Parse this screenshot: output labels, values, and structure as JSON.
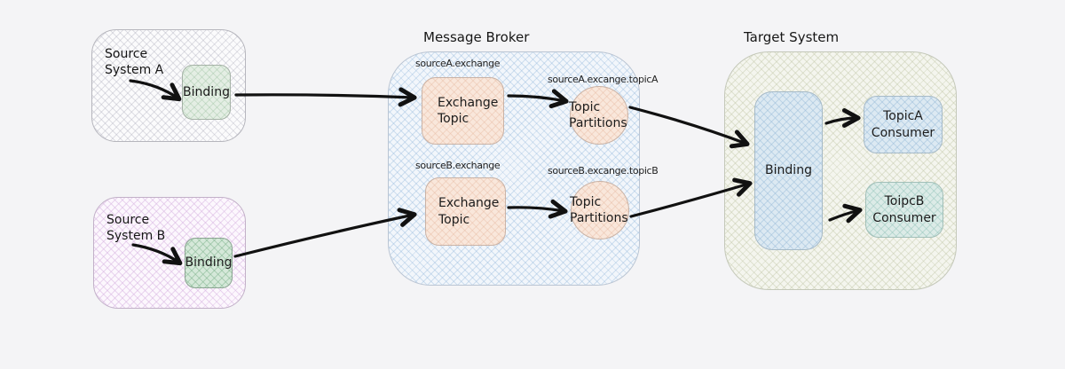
{
  "diagram": {
    "source_a": {
      "title": "Source\nSystem A",
      "binding_label": "Binding"
    },
    "source_b": {
      "title": "Source\nSystem B",
      "binding_label": "Binding"
    },
    "broker": {
      "title": "Message Broker",
      "exchange_a_tag": "sourceA.exchange",
      "exchange_a_label": "Exchange\nTopic",
      "topic_a_tag": "sourceA.excange.topicA",
      "topic_a_label": "Topic\nPartitions",
      "exchange_b_tag": "sourceB.exchange",
      "exchange_b_label": "Exchange\nTopic",
      "topic_b_tag": "sourceB.excange.topicB",
      "topic_b_label": "Topic\nPartitions"
    },
    "target": {
      "title": "Target System",
      "binding_label": "Binding",
      "consumer_a_label": "TopicA\nConsumer",
      "consumer_b_label": "ToipcB\nConsumer"
    },
    "colors": {
      "background": "#f4f4f6",
      "source_a_fill": "#fbfbfc",
      "source_b_fill": "#fcf7fd",
      "binding_green_light": "#e4eee4",
      "binding_green_dark": "#d5e8d9",
      "broker_fill": "#f2f6fb",
      "exchange_fill": "#f9e7db",
      "target_fill": "#f4f5ee",
      "binding_blue": "#dce9f2",
      "consumer_a_fill": "#dce9f2",
      "consumer_b_fill": "#dcebe7",
      "arrow_stroke": "#111111"
    }
  }
}
